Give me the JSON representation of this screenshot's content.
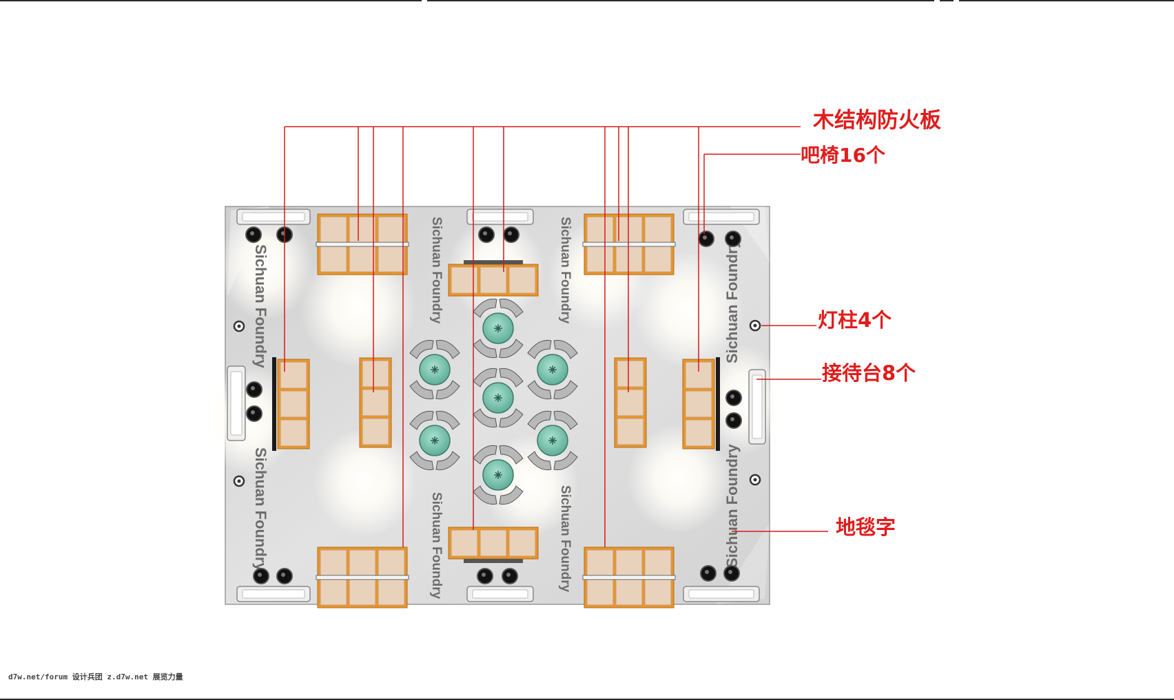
{
  "callouts": {
    "wood_panel": "木结构防火板",
    "bar_chairs": "吧椅16个",
    "light_columns": "灯柱4个",
    "reception_desks": "接待台8个",
    "carpet_text": "地毯字"
  },
  "floor_text": {
    "brand": "Sichuan Foundry"
  },
  "watermark": "d7w.net/forum 设计兵团 z.d7w.net 展览力量",
  "colors": {
    "callout_red": "#e01c1c",
    "wood_orange": "#e8962a",
    "panel_beige": "#e8d2bc",
    "glass_table": "#7fc7b2",
    "floor_grey": "#d7d7d7"
  }
}
